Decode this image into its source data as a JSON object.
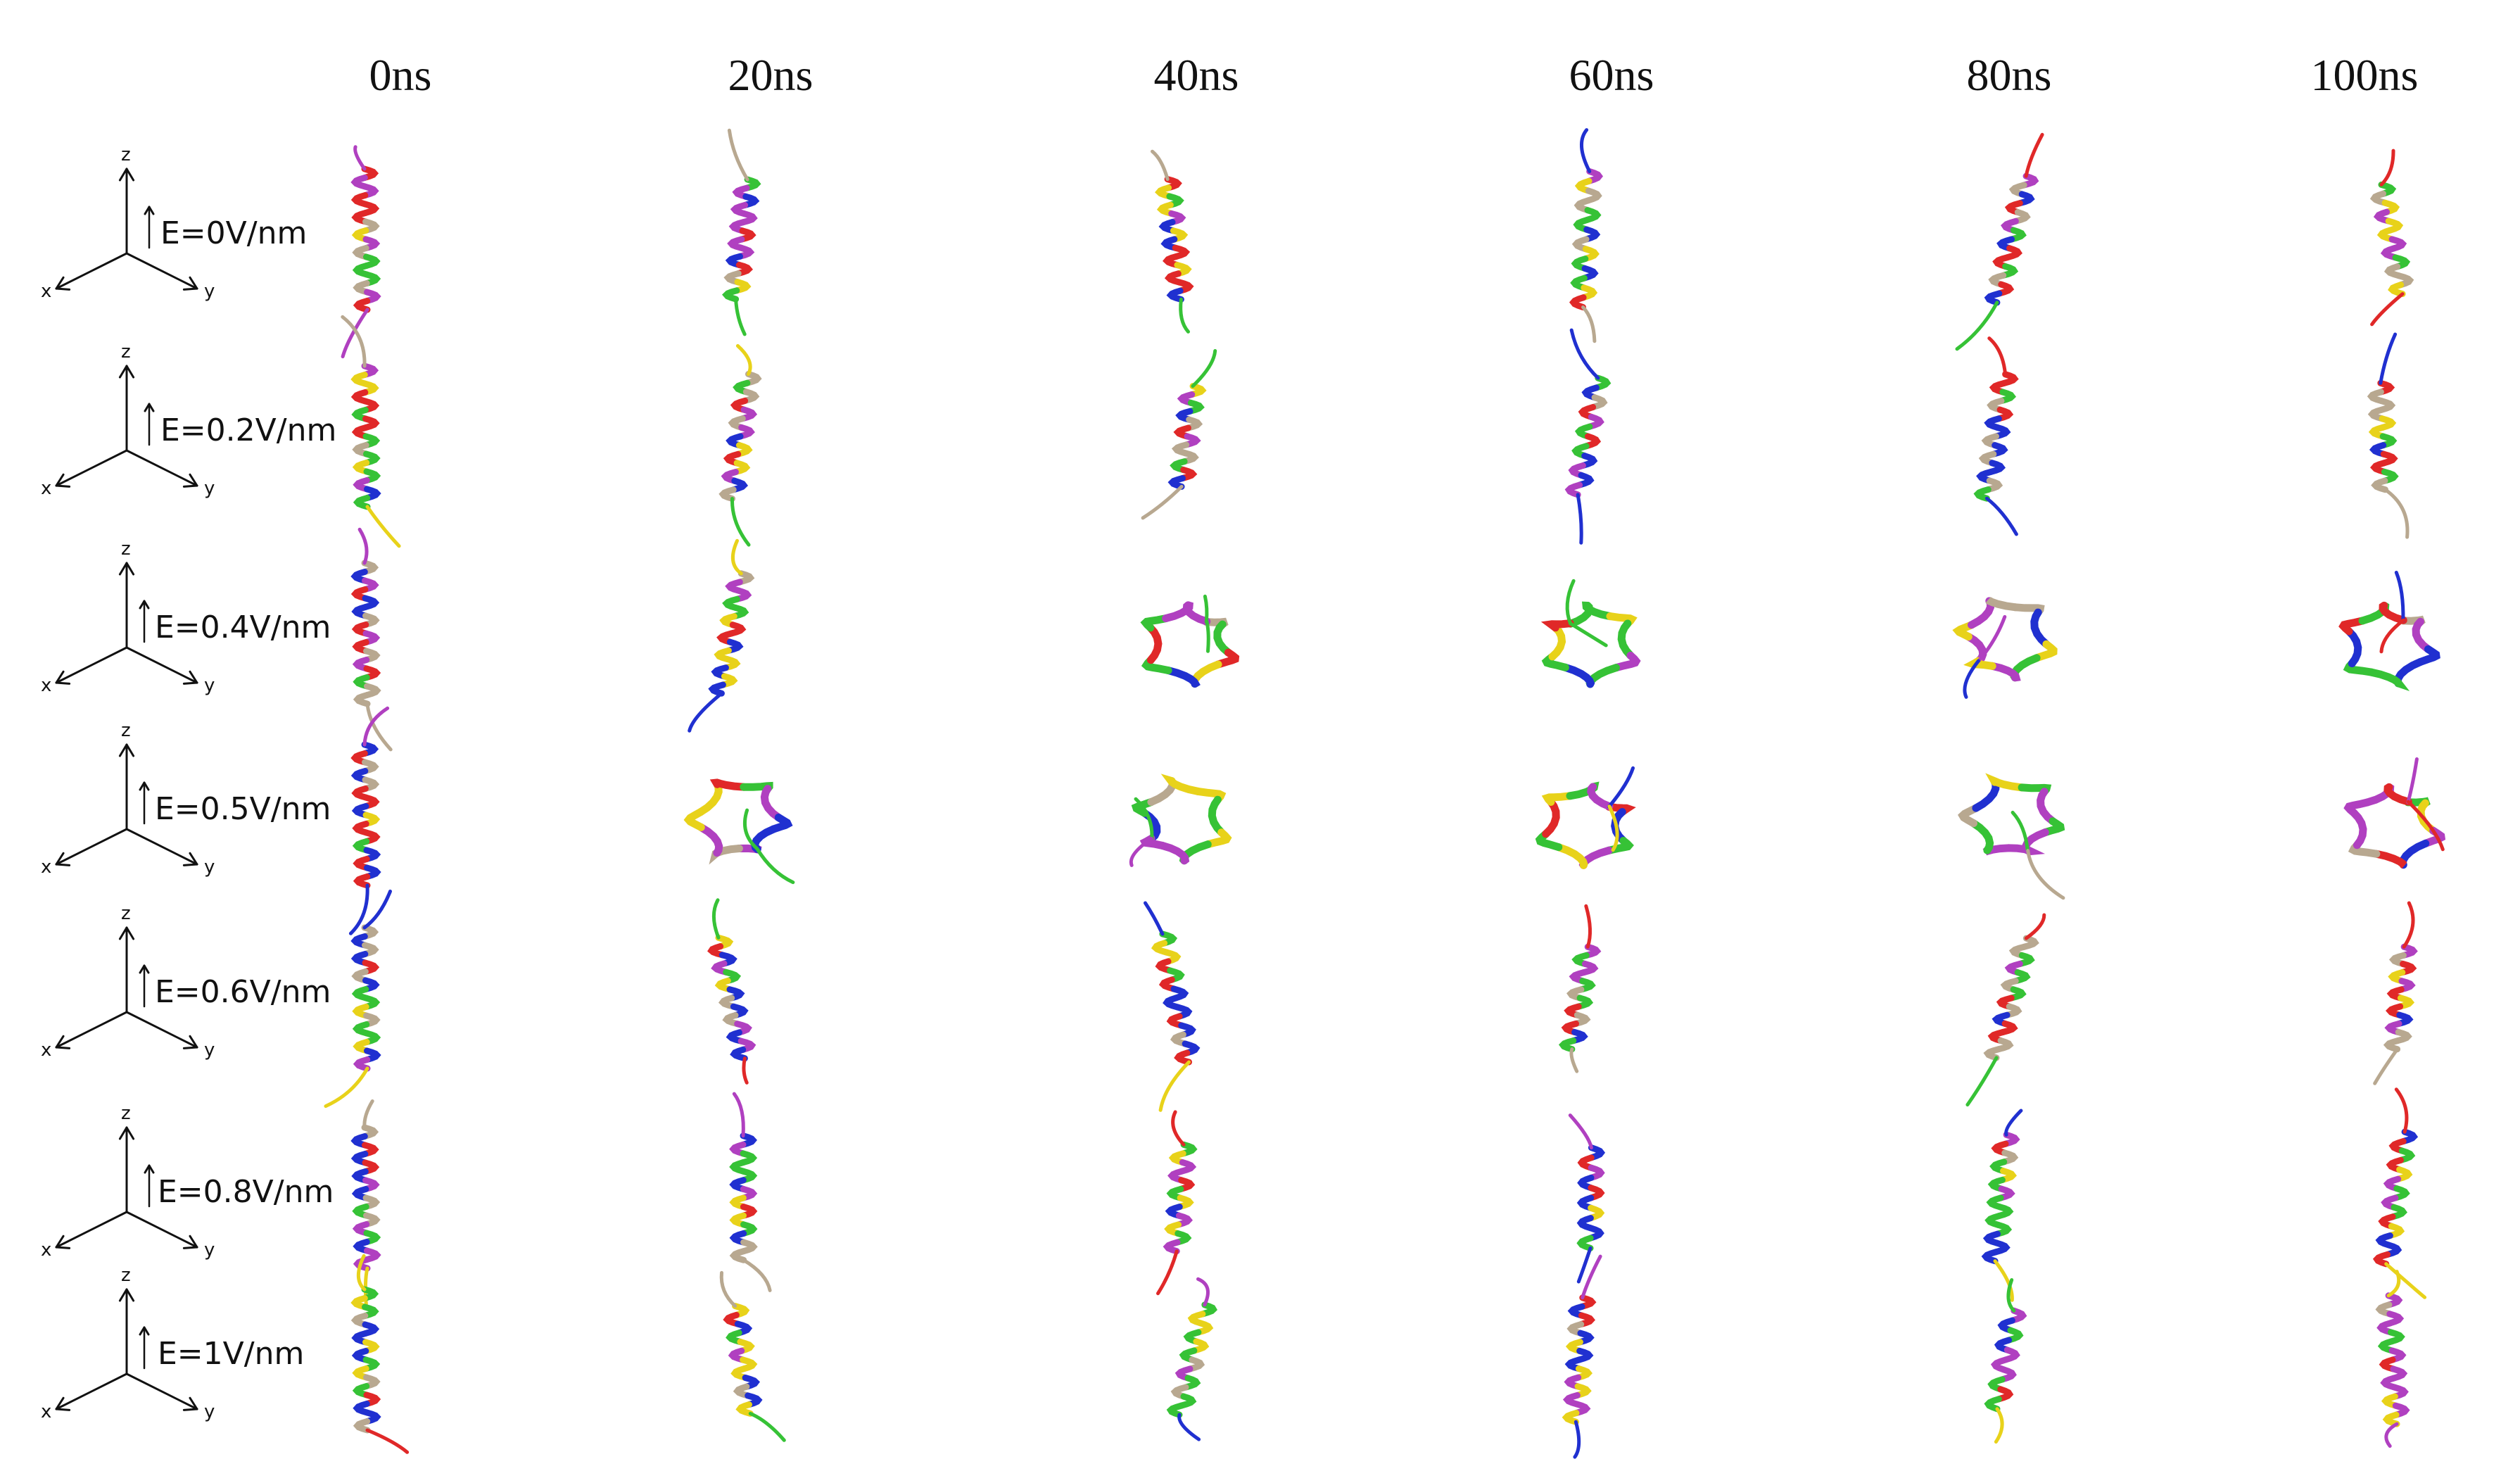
{
  "time_labels": [
    "0ns",
    "20ns",
    "40ns",
    "60ns",
    "80ns",
    "100ns"
  ],
  "field_labels": [
    "E=0V/nm",
    "E=0.2V/nm",
    "E=0.4V/nm",
    "E=0.5V/nm",
    "E=0.6V/nm",
    "E=0.8V/nm",
    "E=1V/nm"
  ],
  "axis_letters": {
    "x": "x",
    "y": "y",
    "z": "z"
  },
  "colors": {
    "text": "#111111",
    "helix_red": "#e02828",
    "helix_green": "#36c236",
    "helix_blue": "#2030d0",
    "helix_yellow": "#e8d21a",
    "helix_tan": "#b8a890",
    "helix_purple": "#b040c0",
    "helix_white": "#eeeeee"
  }
}
